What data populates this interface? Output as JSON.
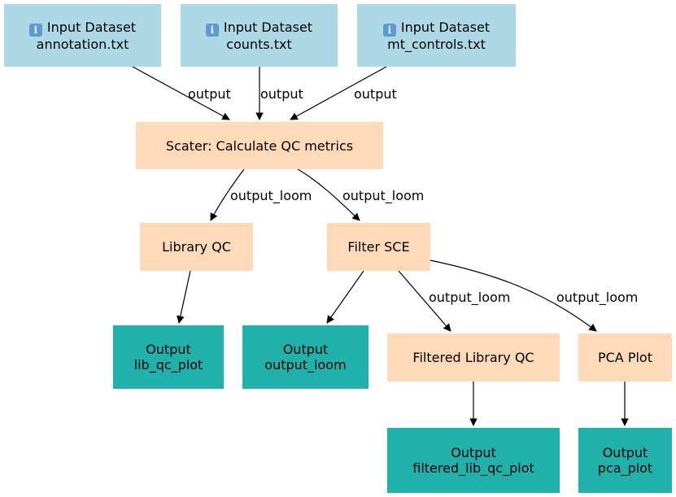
{
  "inputs": [
    {
      "label": "Input Dataset",
      "name": "annotation.txt",
      "icon": "info-icon"
    },
    {
      "label": "Input Dataset",
      "name": "counts.txt",
      "icon": "info-icon"
    },
    {
      "label": "Input Dataset",
      "name": "mt_controls.txt",
      "icon": "info-icon"
    }
  ],
  "tools": {
    "scater": "Scater: Calculate QC metrics",
    "library_qc": "Library QC",
    "filter_sce": "Filter SCE",
    "filtered_library_qc": "Filtered Library QC",
    "pca_plot": "PCA Plot"
  },
  "outputs": {
    "lib_qc_plot": {
      "label": "Output",
      "name": "lib_qc_plot"
    },
    "output_loom": {
      "label": "Output",
      "name": "output_loom"
    },
    "filtered_lib_qc_plot": {
      "label": "Output",
      "name": "filtered_lib_qc_plot"
    },
    "pca_plot": {
      "label": "Output",
      "name": "pca_plot"
    }
  },
  "edge_labels": {
    "annotation_to_scater": "output",
    "counts_to_scater": "output",
    "mt_to_scater": "output",
    "scater_to_library_qc": "output_loom",
    "scater_to_filter_sce": "output_loom",
    "filter_to_filtered_library_qc": "output_loom",
    "filter_to_pca_plot": "output_loom"
  },
  "colors": {
    "input": "#add8e6",
    "tool": "#ffdab9",
    "output": "#20b2aa",
    "edge": "#000000"
  }
}
